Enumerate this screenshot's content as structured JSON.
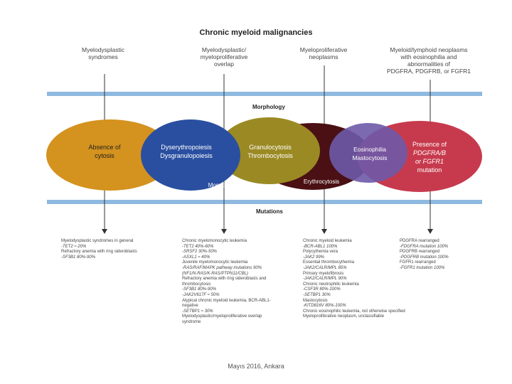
{
  "diagram": {
    "title": "Chronic myeloid malignancies",
    "categories": [
      {
        "lines": [
          "Myelodysplastic",
          "syndromes"
        ]
      },
      {
        "lines": [
          "Myelodysplastic/",
          "myeloproliferative",
          "overlap"
        ]
      },
      {
        "lines": [
          "Myeloproliferative",
          "neoplasms"
        ]
      },
      {
        "lines": [
          "Myeloid/lymphoid neoplasms",
          "with eosinophilia and",
          "abnormalities of",
          "PDGFRA, PDGFRB, or FGFR1"
        ]
      }
    ],
    "section_morphology": "Morphology",
    "section_mutations": "Mutations",
    "ellipses": [
      {
        "lines": [
          "Absence of",
          "cytosis"
        ],
        "color": "#d4921e"
      },
      {
        "lines": [
          "Dyserythropoiesis",
          "Dysgranulopoiesis"
        ],
        "color": "#2a4fa0",
        "sub": "Monocytosis"
      },
      {
        "lines": [
          "Granulocytosis",
          "Thrombocytosis"
        ],
        "color": "#9b8a24"
      },
      {
        "lines": [
          "Erythrocytosis"
        ],
        "color": "#4a1014"
      },
      {
        "lines": [
          "Eosinophilia",
          "Mastocytosis"
        ],
        "color": "#6e5aa8"
      },
      {
        "lines": [
          "Presence of",
          "PDGFRA/B",
          "or FGFR1",
          "mutation"
        ],
        "color": "#c73a4d"
      }
    ],
    "mutation_columns": [
      {
        "lines": [
          {
            "t": "Myelodysplastic syndromes in general",
            "i": false
          },
          {
            "t": "-TET2 ≈ 20%",
            "i": true
          },
          {
            "t": "Refractory anemia with ring sideroblasts",
            "i": false
          },
          {
            "t": "-SF3B1 80%-90%",
            "i": true
          }
        ]
      },
      {
        "lines": [
          {
            "t": "Chronic myelomonocytic leukemia",
            "i": false
          },
          {
            "t": "-TET2 40%-60%",
            "i": true
          },
          {
            "t": "-SRSF2 30%-50%",
            "i": true
          },
          {
            "t": "-ASXL1 ≈ 40%",
            "i": true
          },
          {
            "t": "Juvenile myelomonocytic leukemia",
            "i": false
          },
          {
            "t": "-RAS/RAF/MAPK pathway mutations 90%",
            "i": true
          },
          {
            "t": "(NF1/N-RAS/K-RAS/PTPN11/CBL)",
            "i": true
          },
          {
            "t": "Refractory anemia with ring sideroblasts and",
            "i": false
          },
          {
            "t": "thrombocytosis",
            "i": false
          },
          {
            "t": "-SF3B1 80%-90%",
            "i": true
          },
          {
            "t": "-JAK2V617F ≈ 50%",
            "i": true
          },
          {
            "t": "Atypical chronic myeloid leukemia, BCR-ABL1-",
            "i": false
          },
          {
            "t": "negative",
            "i": false
          },
          {
            "t": "-SETBP1 ≈ 30%",
            "i": true
          },
          {
            "t": "Myelodysplastic/myeloproliferative overlap",
            "i": false
          },
          {
            "t": "syndrome",
            "i": false
          }
        ]
      },
      {
        "lines": [
          {
            "t": "Chronic myeloid leukemia",
            "i": false
          },
          {
            "t": "-BCR-ABL1 100%",
            "i": true
          },
          {
            "t": "Polycythemia vera",
            "i": false
          },
          {
            "t": "-JAK2 99%",
            "i": true
          },
          {
            "t": "Essential thrombocythemia",
            "i": false
          },
          {
            "t": "-JAK2/CALR/MPL 85%",
            "i": true
          },
          {
            "t": "Primary myelofibrosis",
            "i": false
          },
          {
            "t": "-JAK2/CALR/MPL 90%",
            "i": true
          },
          {
            "t": "Chronic neutrophilic leukemia",
            "i": false
          },
          {
            "t": "-CSF3R 80%-100%",
            "i": true
          },
          {
            "t": "-SETBP1 30%",
            "i": true
          },
          {
            "t": "Mastocytosis",
            "i": false
          },
          {
            "t": "-KITD816V 80%-100%",
            "i": true
          },
          {
            "t": "Chronic eosinophilic leukemia, not otherwise specified",
            "i": false
          },
          {
            "t": "Myeloproliferative neoplasm, unclassifiable",
            "i": false
          }
        ]
      },
      {
        "lines": [
          {
            "t": "PDGFRA rearranged",
            "i": false
          },
          {
            "t": "-FDGFRA mutation 100%",
            "i": true
          },
          {
            "t": "PDGFRB rearranged",
            "i": false
          },
          {
            "t": "-PDGFRB mutation 100%",
            "i": true
          },
          {
            "t": "FGFR1 rearranged",
            "i": false
          },
          {
            "t": "-FGFR1 mutation 100%",
            "i": true
          }
        ]
      }
    ],
    "footer": "Mayıs 2016, Ankara"
  }
}
